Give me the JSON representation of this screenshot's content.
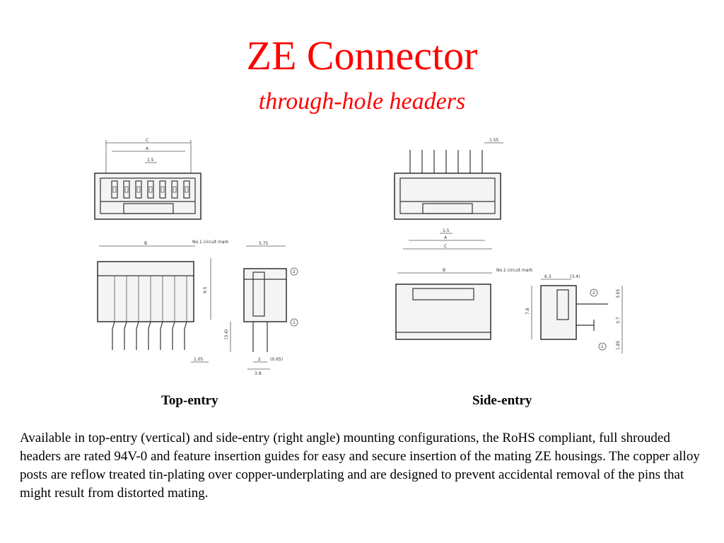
{
  "slide": {
    "title": "ZE Connector",
    "subtitle": "through-hole headers",
    "title_color": "#ff0000"
  },
  "drawings": {
    "top_entry": {
      "dim_labels": [
        "C",
        "A",
        "1.5",
        "B",
        "No.1 circuit mark",
        "5.75",
        "9.5",
        "(3.4)",
        "1.05",
        "2",
        "(0.65)",
        "3.8"
      ],
      "callouts": [
        "2",
        "1"
      ]
    },
    "side_entry": {
      "dim_labels": [
        "1.55",
        "1.5",
        "A",
        "C",
        "B",
        "No.1 circuit mark",
        "6.3",
        "(3.4)",
        "7.8",
        "3.65",
        "3.7",
        "1.85"
      ],
      "callouts": [
        "2",
        "1"
      ]
    }
  },
  "captions": {
    "top_entry": "Top-entry",
    "side_entry": "Side-entry"
  },
  "description": "Available in top-entry (vertical) and side-entry (right angle) mounting configurations, the RoHS compliant, full shrouded headers are rated 94V-0 and feature insertion guides for easy and secure insertion of the mating ZE housings. The copper alloy posts are reflow treated tin-plating over copper-underplating and are designed to prevent accidental removal of the pins that might result from distorted mating."
}
